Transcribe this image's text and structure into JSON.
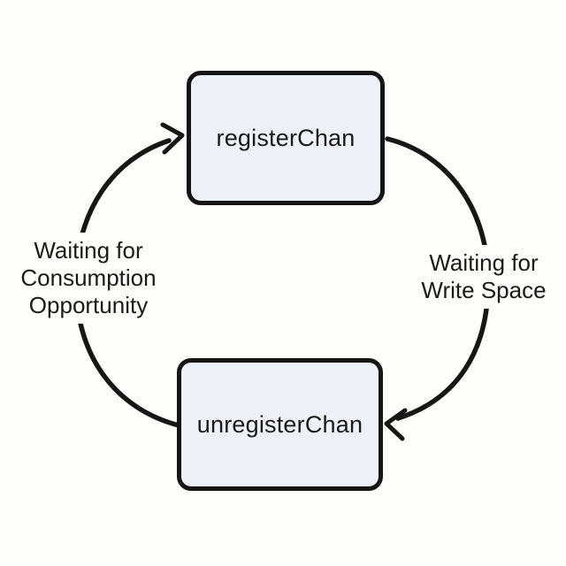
{
  "diagram": {
    "nodes": [
      {
        "id": "registerChan",
        "label": "registerChan"
      },
      {
        "id": "unregisterChan",
        "label": "unregisterChan"
      }
    ],
    "edges": [
      {
        "from": "unregisterChan",
        "to": "registerChan",
        "side": "left",
        "label_lines": [
          "Waiting for",
          "Consumption",
          "Opportunity"
        ]
      },
      {
        "from": "registerChan",
        "to": "unregisterChan",
        "side": "right",
        "label_lines": [
          "Waiting for",
          "Write Space"
        ]
      }
    ]
  },
  "colors": {
    "background": "#fdfdfc",
    "node-fill": "#eef1f8",
    "node-border": "#151515",
    "arrow-stroke": "#161616",
    "text": "#1a1a1a"
  }
}
